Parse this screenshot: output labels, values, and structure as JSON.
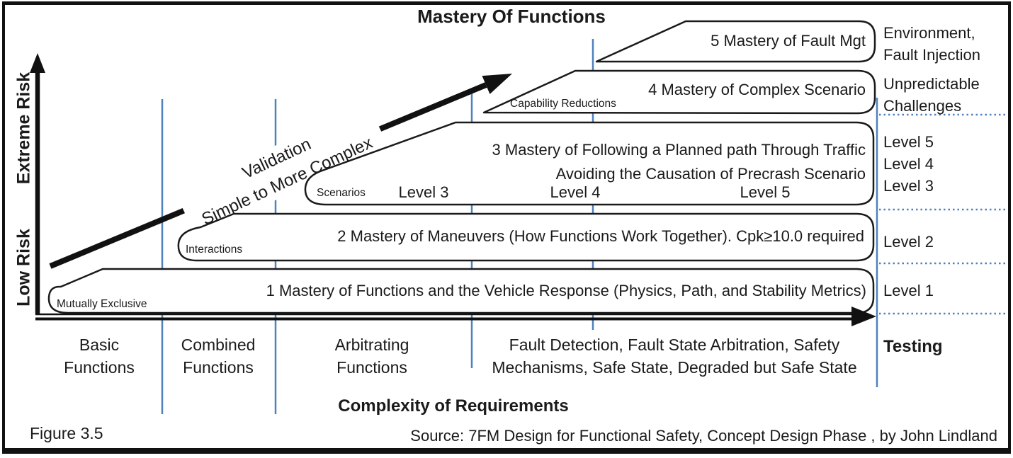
{
  "title": "Mastery Of Functions",
  "y_axis": {
    "high_label": "Extreme Risk",
    "low_label": "Low Risk"
  },
  "diagonal_arrow": {
    "line1": "Validation",
    "line2": "Simple to More Complex"
  },
  "shapes": [
    {
      "text": "1 Mastery of Functions and the Vehicle Response (Physics, Path, and Stability Metrics)",
      "tag": "Mutually Exclusive"
    },
    {
      "text": "2 Mastery of Maneuvers (How Functions Work Together).  Cpk≥10.0 required",
      "tag": "Interactions"
    },
    {
      "line1": "3 Mastery of  Following a Planned path Through Traffic",
      "line2": "Avoiding the Causation of Precrash Scenario",
      "tag": "Scenarios",
      "levels": [
        "Level 3",
        "Level 4",
        "Level 5"
      ]
    },
    {
      "text": "4 Mastery of Complex Scenario",
      "tag": "Capability Reductions"
    },
    {
      "text": "5 Mastery of Fault Mgt"
    }
  ],
  "right_column": {
    "items": [
      [
        "Environment,",
        "Fault Injection"
      ],
      [
        "Unpredictable",
        "Challenges"
      ],
      [
        "Level 5",
        "Level 4",
        "Level 3"
      ],
      [
        "Level 2"
      ],
      [
        "Level 1"
      ],
      [
        "Testing"
      ]
    ]
  },
  "x_axis": {
    "label": "Complexity of Requirements",
    "categories": [
      [
        "Basic",
        "Functions"
      ],
      [
        "Combined",
        "Functions"
      ],
      [
        "Arbitrating",
        "Functions"
      ],
      [
        "Fault Detection, Fault State Arbitration, Safety",
        "Mechanisms, Safe State, Degraded but Safe State"
      ]
    ]
  },
  "footer": {
    "figure": "Figure 3.5",
    "source": "Source: 7FM Design for Functional Safety, Concept Design Phase , by John Lindland"
  },
  "colors": {
    "blue": "#4f81bd",
    "ink": "#1a1a1a"
  }
}
